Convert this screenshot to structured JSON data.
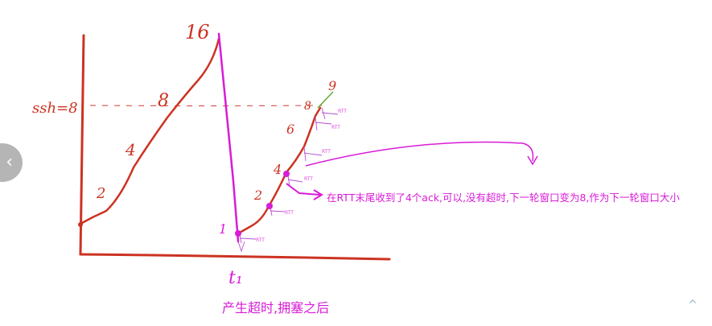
{
  "diagram": {
    "red_labels": {
      "ssthresh": "ssh=8",
      "n2": "2",
      "n4": "4",
      "n8": "8",
      "n16": "16",
      "n2b": "2",
      "n4b": "4",
      "n6": "6",
      "n8b": "8",
      "n9": "9"
    },
    "magenta_labels": {
      "n1": "1",
      "t1": "t₁",
      "timeout_note": "产生超时,拥塞之后",
      "rtt_note": "在RTT末尾收到了4个ack,可以,没有超时,下一轮窗口变为8,作为下一轮窗口大小",
      "rtt_ticks": [
        "RTT",
        "RTT",
        "RTT",
        "RTT",
        "RTT",
        "RTT"
      ]
    },
    "colors": {
      "axis": "#cc3322",
      "curve": "#cc3322",
      "drop": "#d81bd8",
      "threshold": "#cc3322",
      "arrow": "#d81bd8",
      "tangent": "#66aa33"
    }
  },
  "controls": {
    "prev_icon": "chevron-left-icon",
    "prev_glyph": "‹",
    "up_icon": "chevron-up-icon",
    "up_glyph": "^"
  }
}
